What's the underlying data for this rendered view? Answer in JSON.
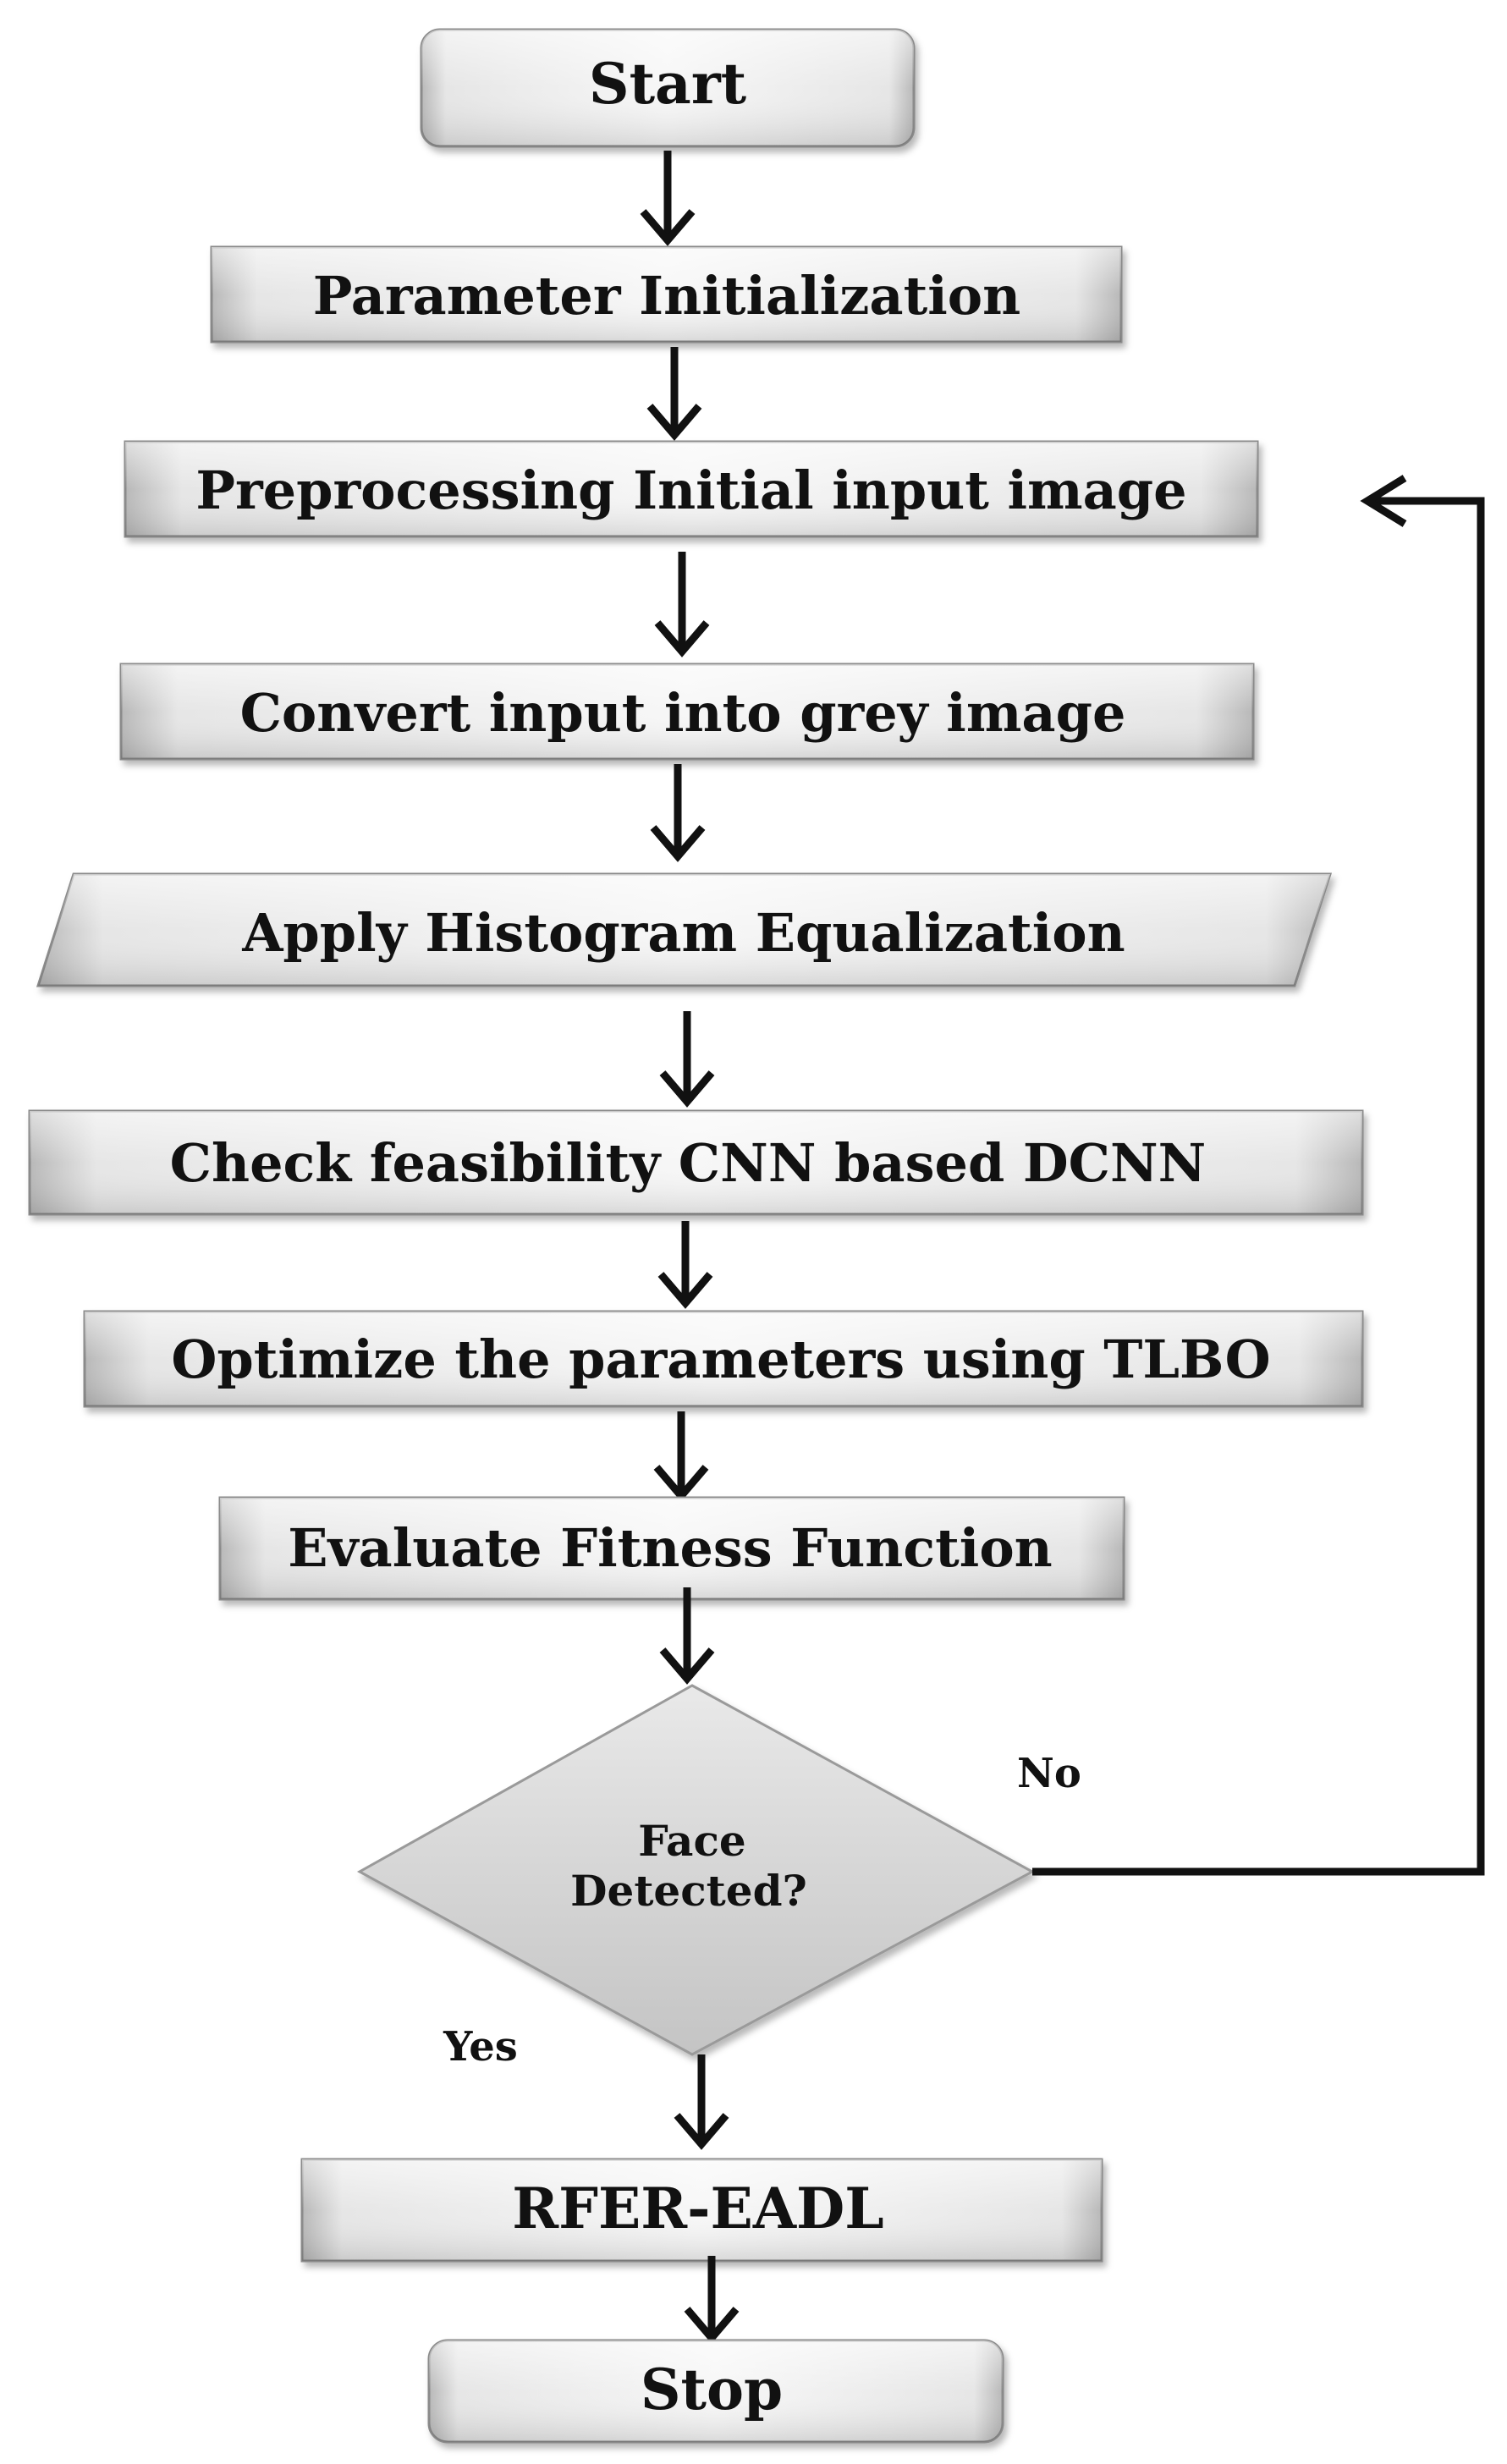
{
  "flowchart": {
    "start": "Start",
    "step1": "Parameter Initialization",
    "step2": "Preprocessing Initial input image",
    "step3": "Convert input into grey image",
    "step4": "Apply Histogram Equalization",
    "step5": "Check feasibility CNN based DCNN",
    "step6": "Optimize the parameters using TLBO",
    "step7": "Evaluate Fitness Function",
    "decision_line1": "Face",
    "decision_line2": "Detected?",
    "no_label": "No",
    "yes_label": "Yes",
    "result": "RFER-EADL",
    "stop": "Stop"
  },
  "colors": {
    "box_light": "#f4f4f4",
    "box_mid": "#d9d9d9",
    "box_dark": "#b3b3b3",
    "stroke": "#8a8a8a",
    "arrow": "#111111"
  }
}
